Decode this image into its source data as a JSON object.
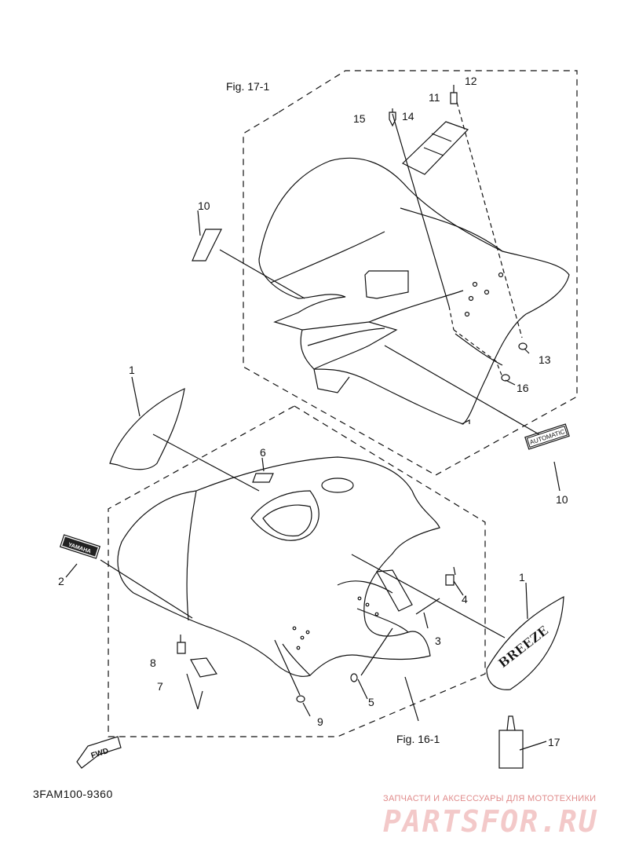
{
  "figure_refs": {
    "fig17": "Fig. 17-1",
    "fig16": "Fig. 16-1"
  },
  "callouts": {
    "c1a": "1",
    "c1b": "1",
    "c2": "2",
    "c3": "3",
    "c4": "4",
    "c5": "5",
    "c6": "6",
    "c7": "7",
    "c8": "8",
    "c9": "9",
    "c10a": "10",
    "c10b": "10",
    "c11": "11",
    "c12": "12",
    "c13": "13",
    "c14": "14",
    "c15": "15",
    "c16": "16",
    "c17": "17"
  },
  "decals": {
    "yamaha": "YAMAHA",
    "automatic": "AUTOMATIC",
    "breeze": "BREEZE",
    "fwd": "FWD"
  },
  "part_code": "3FAM100-9360",
  "watermark": {
    "subtitle": "ЗАПЧАСТИ И АКСЕССУАРЫ ДЛЯ МОТОТЕХНИКИ",
    "brand": "PARTSFOR.RU"
  }
}
